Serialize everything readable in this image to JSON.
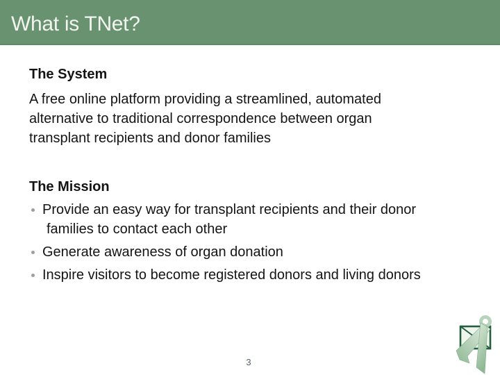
{
  "slide": {
    "title": "What is TNet?",
    "page_number": "3",
    "system": {
      "heading": "The System",
      "paragraph": "A free online platform providing a streamlined, automated alternative to traditional correspondence between organ transplant recipients and donor families"
    },
    "mission": {
      "heading": "The Mission",
      "bullets": [
        "Provide an easy way for transplant recipients and their donor families to contact each other",
        "Generate awareness of organ donation",
        "Inspire visitors to become registered donors and living donors"
      ]
    },
    "logo_name": "ribbon-envelope-logo",
    "colors": {
      "header_green": "#689270",
      "header_edge": "#5d8767",
      "title_text": "#f2f5ef",
      "body_text": "#141414",
      "bullet_dot": "#9aa0a0",
      "page_number_text": "#58606a",
      "envelope_stroke": "#245c3f",
      "envelope_fill": "#eef5ec",
      "ribbon_light": "#e8f1e6",
      "ribbon_mid": "#b7d3ba",
      "ribbon_dark": "#8fb894"
    }
  }
}
